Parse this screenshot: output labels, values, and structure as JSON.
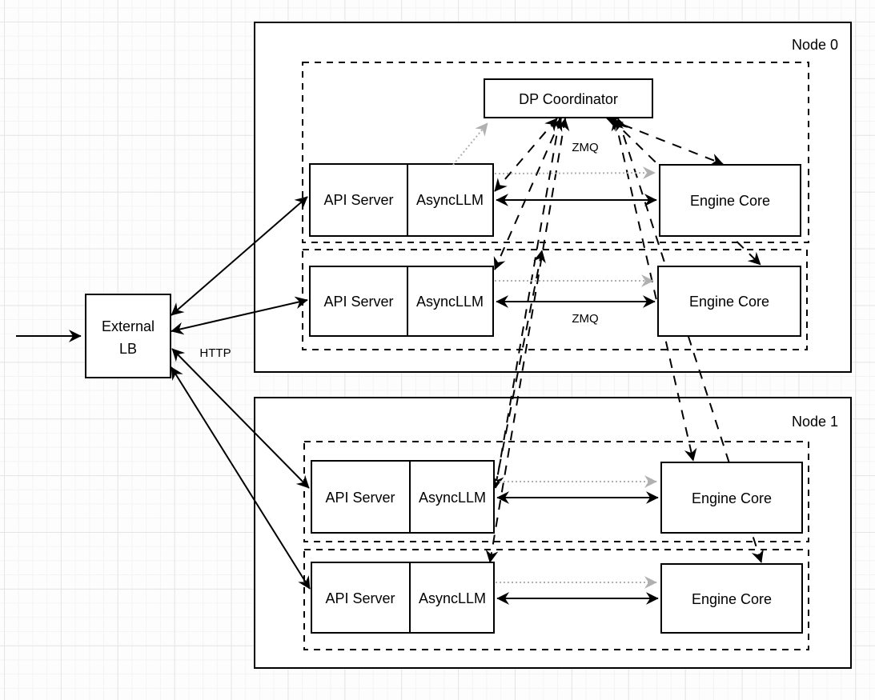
{
  "diagram": {
    "nodes": [
      {
        "id": "node0",
        "label": "Node 0"
      },
      {
        "id": "node1",
        "label": "Node 1"
      }
    ],
    "components": {
      "dp_coordinator_label": "DP Coordinator",
      "api_server_label": "API Server",
      "async_llm_label": "AsyncLLM",
      "engine_core_label": "Engine Core",
      "external_lb_label_line1": "External",
      "external_lb_label_line2": "LB"
    },
    "edge_labels": {
      "http": "HTTP",
      "zmq_coordinator": "ZMQ",
      "zmq_row": "ZMQ"
    },
    "colors": {
      "stroke": "#000000",
      "gray_link": "#b0b0b0",
      "box_fill": "#ffffff"
    },
    "connections": [
      {
        "from": "client",
        "to": "external-lb",
        "style": "solid",
        "arrows": "to"
      },
      {
        "from": "external-lb",
        "to": "api-server-node0-row0",
        "style": "solid",
        "arrows": "both",
        "label": "HTTP"
      },
      {
        "from": "external-lb",
        "to": "api-server-node0-row1",
        "style": "solid",
        "arrows": "both",
        "label": "HTTP"
      },
      {
        "from": "external-lb",
        "to": "api-server-node1-row0",
        "style": "solid",
        "arrows": "both",
        "label": "HTTP"
      },
      {
        "from": "external-lb",
        "to": "api-server-node1-row1",
        "style": "solid",
        "arrows": "both",
        "label": "HTTP"
      },
      {
        "from": "async-llm-node0-row0",
        "to": "engine-core-node0-row0",
        "style": "solid",
        "arrows": "both",
        "label": "ZMQ"
      },
      {
        "from": "async-llm-node0-row1",
        "to": "engine-core-node0-row1",
        "style": "solid",
        "arrows": "both",
        "label": "ZMQ"
      },
      {
        "from": "async-llm-node1-row0",
        "to": "engine-core-node1-row0",
        "style": "solid",
        "arrows": "both",
        "label": "ZMQ"
      },
      {
        "from": "async-llm-node1-row1",
        "to": "engine-core-node1-row1",
        "style": "solid",
        "arrows": "both",
        "label": "ZMQ"
      },
      {
        "from": "async-llm-node0-row0",
        "to": "engine-core-node0-row0",
        "style": "dotted-gray",
        "arrows": "to"
      },
      {
        "from": "async-llm-node0-row1",
        "to": "engine-core-node0-row1",
        "style": "dotted-gray",
        "arrows": "to"
      },
      {
        "from": "async-llm-node1-row0",
        "to": "engine-core-node1-row0",
        "style": "dotted-gray",
        "arrows": "to"
      },
      {
        "from": "async-llm-node1-row1",
        "to": "engine-core-node1-row1",
        "style": "dotted-gray",
        "arrows": "to"
      },
      {
        "from": "async-llm-node0-row0",
        "to": "dp-coordinator",
        "style": "dotted-gray",
        "arrows": "to"
      },
      {
        "from": "dp-coordinator",
        "to": "async-llm-node0-row0",
        "style": "dashed",
        "arrows": "both",
        "label": "ZMQ"
      },
      {
        "from": "dp-coordinator",
        "to": "async-llm-node0-row1",
        "style": "dashed",
        "arrows": "both",
        "label": "ZMQ"
      },
      {
        "from": "dp-coordinator",
        "to": "async-llm-node1-row0",
        "style": "dashed",
        "arrows": "both",
        "label": "ZMQ"
      },
      {
        "from": "dp-coordinator",
        "to": "async-llm-node1-row1",
        "style": "dashed",
        "arrows": "both",
        "label": "ZMQ"
      },
      {
        "from": "dp-coordinator",
        "to": "engine-core-node0-row0",
        "style": "dashed",
        "arrows": "both"
      },
      {
        "from": "dp-coordinator",
        "to": "engine-core-node0-row1",
        "style": "dashed",
        "arrows": "both"
      },
      {
        "from": "dp-coordinator",
        "to": "engine-core-node1-row0",
        "style": "dashed",
        "arrows": "both"
      },
      {
        "from": "dp-coordinator",
        "to": "engine-core-node1-row1",
        "style": "dashed",
        "arrows": "both"
      }
    ]
  }
}
